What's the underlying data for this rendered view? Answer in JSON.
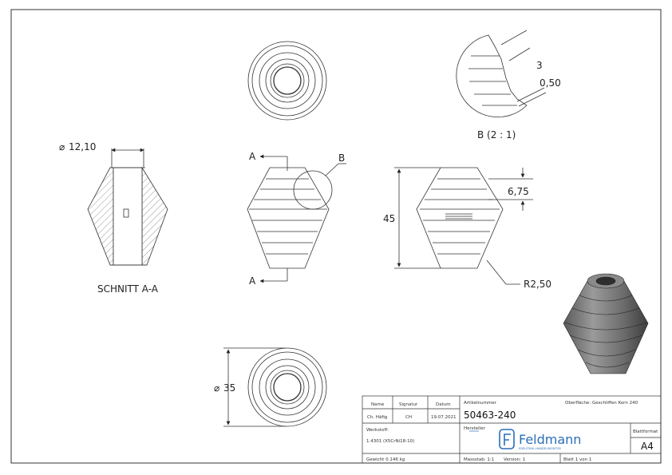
{
  "views": {
    "detail_label": "B (2 : 1)",
    "section_label": "SCHNITT A-A",
    "section_marker": "A",
    "detail_marker": "B"
  },
  "dimensions": {
    "diameter_hole": "12,10",
    "diameter_outer": "35",
    "height": "45",
    "step": "6,75",
    "radius": "R2,50",
    "detail_step": "3",
    "detail_gap": "0,50"
  },
  "title_block": {
    "name_header": "Name",
    "signature_header": "Signatur",
    "date_header": "Datum",
    "name_value": "Ch. Häfig",
    "signature_value": "CH",
    "date_value": "19.07.2021",
    "article_label": "Artikelnummer",
    "article_number": "50463-240",
    "surface_label": "Oberfläche:",
    "surface_value": "Geschliffen Korn 240",
    "material_label": "Werkstoff:",
    "material_value": "1.4301 (X5CrNi18-10)",
    "manufacturer_label": "Hersteller",
    "logo_text": "Feldmann",
    "logo_tagline": "EDELSTAHL-HANDELSKONTOR",
    "format_label": "Blattformat",
    "format_value": "A4",
    "weight": "Gewicht 0.146 kg",
    "scale": "Massstab: 1:1",
    "version": "Version: 1",
    "sheet": "Blatt 1 von 1"
  },
  "colors": {
    "line": "#333333",
    "part_shade_light": "#a8a8a8",
    "part_shade_dark": "#4a4a4a",
    "logo_blue": "#2a6fb7"
  }
}
